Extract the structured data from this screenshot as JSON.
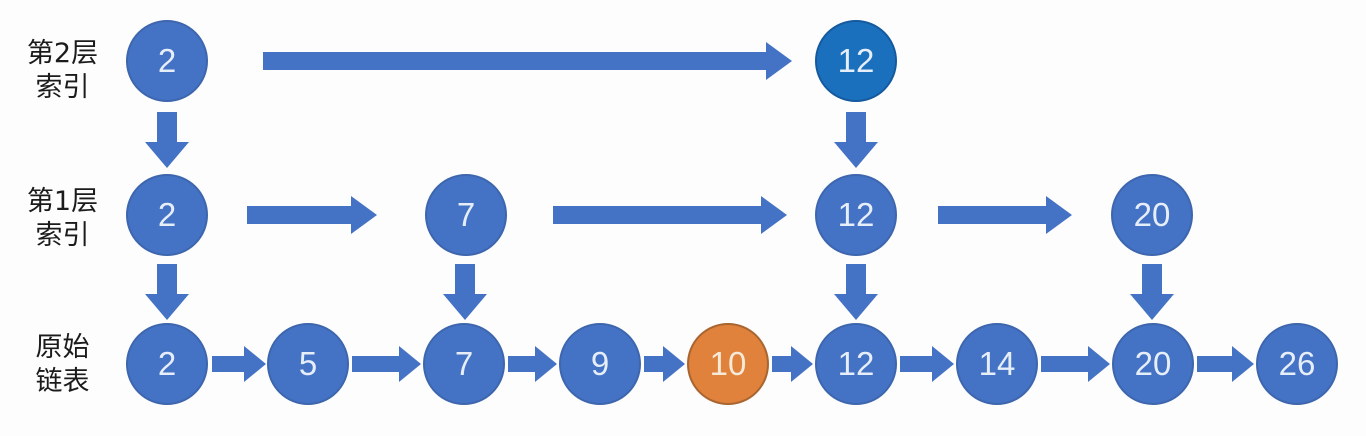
{
  "diagram": {
    "type": "skip-list-structure",
    "rows": [
      {
        "label": {
          "line1": "第2层",
          "line2": "索引"
        },
        "nodes": [
          {
            "value": "2"
          },
          {
            "value": "12",
            "variant": "highlight-blue"
          }
        ]
      },
      {
        "label": {
          "line1": "第1层",
          "line2": "索引"
        },
        "nodes": [
          {
            "value": "2"
          },
          {
            "value": "7"
          },
          {
            "value": "12"
          },
          {
            "value": "20"
          }
        ]
      },
      {
        "label": {
          "line1": "原始",
          "line2": "链表"
        },
        "nodes": [
          {
            "value": "2"
          },
          {
            "value": "5"
          },
          {
            "value": "7"
          },
          {
            "value": "9"
          },
          {
            "value": "10",
            "variant": "highlight-orange"
          },
          {
            "value": "12"
          },
          {
            "value": "14"
          },
          {
            "value": "20"
          },
          {
            "value": "26"
          }
        ]
      }
    ],
    "colors": {
      "background": "#FDFDFD",
      "node_blue": "#4472C4",
      "node_blue_border": "#3D66AE",
      "node_highlight_blue": "#1B70BE",
      "node_highlight_blue_border": "#15599E",
      "node_orange": "#E0813C",
      "node_orange_border": "#A8652F",
      "node_orange_text": "#F5E9D8",
      "arrow_blue": "#4472C4",
      "node_text": "#E6EEF9",
      "label_text": "#1B1B1B"
    }
  }
}
